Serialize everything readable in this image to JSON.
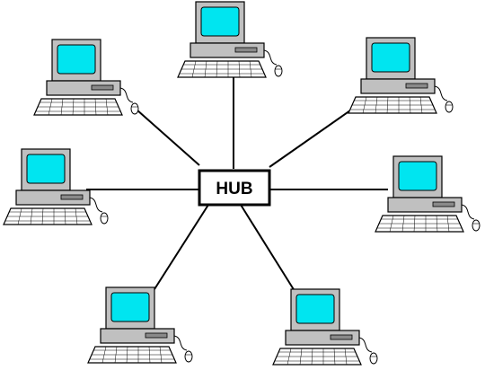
{
  "diagram": {
    "type": "star-topology",
    "hub": {
      "label": "HUB",
      "icon": "hub-box"
    },
    "nodes": [
      {
        "id": "pc-top",
        "icon": "desktop-computer-icon"
      },
      {
        "id": "pc-upper-left",
        "icon": "desktop-computer-icon"
      },
      {
        "id": "pc-upper-right",
        "icon": "desktop-computer-icon"
      },
      {
        "id": "pc-left",
        "icon": "desktop-computer-icon"
      },
      {
        "id": "pc-right",
        "icon": "desktop-computer-icon"
      },
      {
        "id": "pc-lower-left",
        "icon": "desktop-computer-icon"
      },
      {
        "id": "pc-lower-right",
        "icon": "desktop-computer-icon"
      }
    ],
    "colors": {
      "screen": "#00e5f0",
      "case": "#c0c0c0",
      "case_dark": "#8a8a8a",
      "keyboard": "#ffffff",
      "line": "#000000"
    }
  }
}
